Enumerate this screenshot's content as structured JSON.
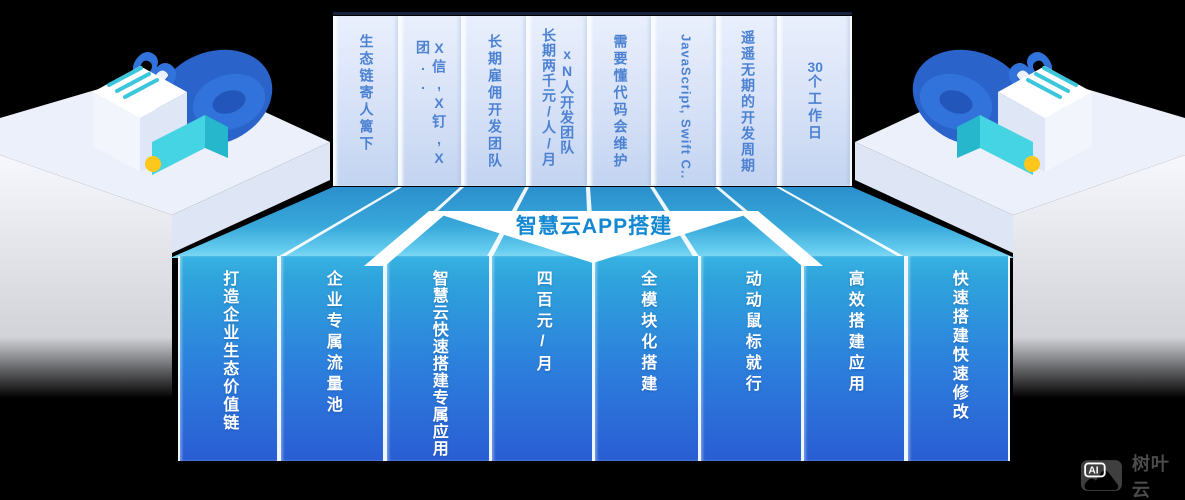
{
  "banner": {
    "title": "智慧云APP搭建"
  },
  "top_panels": [
    {
      "text": "生态链寄人篱下"
    },
    {
      "text": "X信,X钉,X团.."
    },
    {
      "text": "长期雇佣开发团队"
    },
    {
      "line_left": "长期两千元/人/月",
      "line_right": "xN人开发团队"
    },
    {
      "text": "需要懂代码会维护"
    },
    {
      "text": "JavaScript, Swift C.."
    },
    {
      "text": "遥遥无期的开发周期"
    },
    {
      "prefix": "30",
      "text": "个工作日"
    }
  ],
  "bottom_columns": [
    {
      "text": "打造企业生态价值链"
    },
    {
      "text": "企业专属流量池"
    },
    {
      "text": "智慧云快速搭建专属应用"
    },
    {
      "text": "四百元/月"
    },
    {
      "text": "全模块化搭建"
    },
    {
      "text": "动动鼠标就行"
    },
    {
      "text": "高效搭建应用"
    },
    {
      "text": "快速搭建快速修改"
    }
  ],
  "watermark": {
    "logo_label": "AI",
    "brand": "树叶云"
  },
  "colors": {
    "stage_top": "#2b8fcc",
    "stage_bottom": "#83d9f4",
    "column_top": "#37b2e2",
    "column_bottom": "#2a5dd4",
    "panel_bg": "#d8e3f8",
    "panel_text": "#4d82d2",
    "banner_text": "#1287d2",
    "accent_teal": "#3cc6dc",
    "accent_blue": "#3173da",
    "accent_yellow": "#ffc71c",
    "watermark_gray": "#4b4b4b"
  }
}
